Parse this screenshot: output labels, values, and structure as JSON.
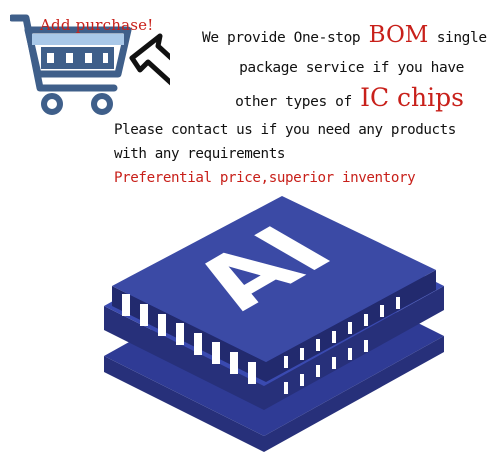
{
  "cart": {
    "label": "Add purchase!"
  },
  "intro": {
    "line1_prefix": "We provide One-stop ",
    "line1_highlight": "BOM",
    "line1_suffix": " single",
    "line2": "package service if you have",
    "line3_prefix": "other types of ",
    "line3_highlight": "IC chips"
  },
  "contact": {
    "line1": "Please contact us if you need any products",
    "line2": "with any requirements",
    "line3": "Preferential price,superior inventory"
  },
  "chip": {
    "label": "AI"
  },
  "colors": {
    "accent_red": "#c8201a",
    "cart_blue": "#3f5f8a",
    "cart_light": "#a9c8e8",
    "chip_top": "#3b4aa5",
    "chip_side": "#27307a"
  }
}
